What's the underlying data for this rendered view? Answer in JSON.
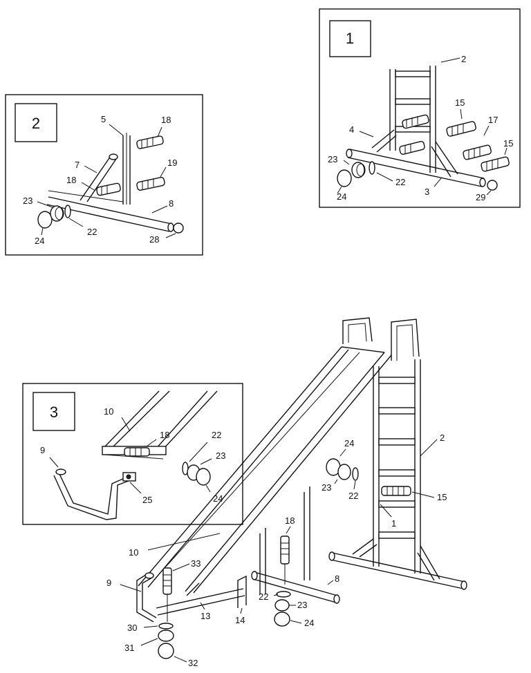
{
  "panels": {
    "one": "1",
    "two": "2",
    "three": "3"
  },
  "callouts": {
    "p1": {
      "n2": "2",
      "n15a": "15",
      "n17": "17",
      "n4": "4",
      "n15b": "15",
      "n23": "23",
      "n22": "22",
      "n3": "3",
      "n24": "24",
      "n29": "29"
    },
    "p2": {
      "n5": "5",
      "n18a": "18",
      "n7": "7",
      "n19": "19",
      "n18b": "18",
      "n8": "8",
      "n23": "23",
      "n24": "24",
      "n22": "22",
      "n28": "28"
    },
    "p3": {
      "n10": "10",
      "n18": "18",
      "n22": "22",
      "n23": "23",
      "n9": "9",
      "n25": "25",
      "n24": "24"
    },
    "main": {
      "n2": "2",
      "n24": "24",
      "n23": "23",
      "n22": "22",
      "n15": "15",
      "n1": "1",
      "n10": "10",
      "n18": "18",
      "n33": "33",
      "n9": "9",
      "n8": "8",
      "n22b": "22",
      "n23b": "23",
      "n13": "13",
      "n14": "14",
      "n24b": "24",
      "n30": "30",
      "n31": "31",
      "n32": "32"
    }
  }
}
